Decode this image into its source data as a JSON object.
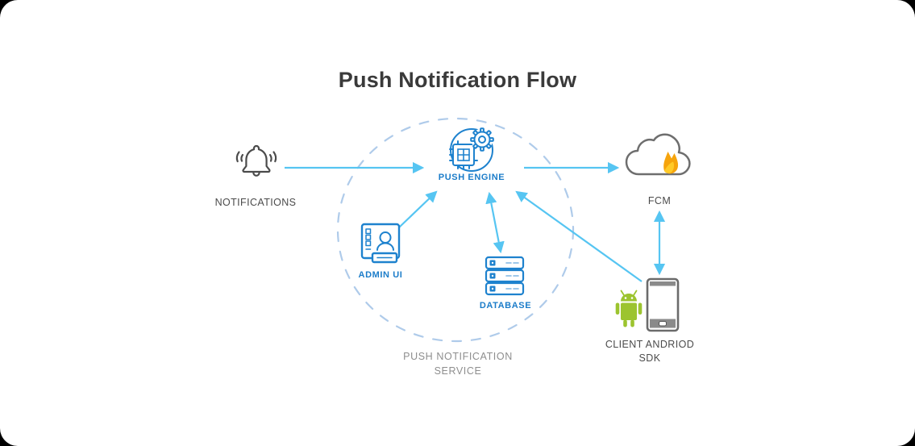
{
  "title": "Push Notification Flow",
  "nodes": {
    "notifications": {
      "label": "NOTIFICATIONS",
      "icon": "bell-icon"
    },
    "push_engine": {
      "label": "PUSH ENGINE",
      "icon": "chip-gear-icon"
    },
    "admin_ui": {
      "label": "ADMIN UI",
      "icon": "admin-monitor-icon"
    },
    "database": {
      "label": "DATABASE",
      "icon": "server-stack-icon"
    },
    "fcm": {
      "label": "FCM",
      "icon": "cloud-firebase-icon"
    },
    "client_android_sdk": {
      "label_line1": "CLIENT ANDRIOD",
      "label_line2": "SDK",
      "icon": "android-phone-icon"
    }
  },
  "boundary": {
    "label_line1": "PUSH NOTIFICATION",
    "label_line2": "SERVICE",
    "shape": "dashed-circle"
  },
  "edges": [
    {
      "from": "notifications",
      "to": "push_engine",
      "direction": "one-way"
    },
    {
      "from": "push_engine",
      "to": "fcm",
      "direction": "one-way"
    },
    {
      "from": "admin_ui",
      "to": "push_engine",
      "direction": "one-way"
    },
    {
      "from": "push_engine",
      "to": "database",
      "direction": "two-way"
    },
    {
      "from": "client_android_sdk",
      "to": "push_engine",
      "direction": "one-way"
    },
    {
      "from": "fcm",
      "to": "client_android_sdk",
      "direction": "two-way"
    }
  ],
  "colors": {
    "icon_blue": "#1e82ce",
    "arrow_blue": "#56c5f2",
    "boundary_dash_blue": "#afcbea",
    "text_dark": "#4b4b4b",
    "text_muted": "#8e8e8e",
    "title_gray": "#3a3a3a",
    "cloud_gray": "#6e6e6e",
    "android_green": "#9cc42f",
    "firebase_orange": "#f6a40c",
    "firebase_yellow": "#ffca28"
  }
}
